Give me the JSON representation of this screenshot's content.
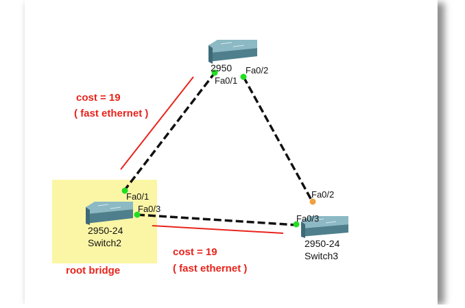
{
  "colors": {
    "link": "#111111",
    "annotation": "#e8231b",
    "root_highlight": "#fbf6a6",
    "switch_body": "#6f9eab",
    "port_up": "#22dd22",
    "port_blocked": "#f0a040"
  },
  "switches": {
    "top": {
      "model": "2950",
      "icon": "switch-icon"
    },
    "left": {
      "model": "2950-24",
      "name": "Switch2",
      "icon": "switch-icon"
    },
    "right": {
      "model": "2950-24",
      "name": "Switch3",
      "icon": "switch-icon"
    }
  },
  "ports": {
    "top_fa0_1": "Fa0/1",
    "top_fa0_2": "Fa0/2",
    "left_fa0_1": "Fa0/1",
    "left_fa0_3": "Fa0/3",
    "right_fa0_2": "Fa0/2",
    "right_fa0_3": "Fa0/3"
  },
  "annotations": {
    "cost_left": "cost = 19",
    "fe_left": "( fast ethernet )",
    "cost_bottom": "cost = 19",
    "fe_bottom": "( fast ethernet )",
    "root": "root bridge"
  }
}
